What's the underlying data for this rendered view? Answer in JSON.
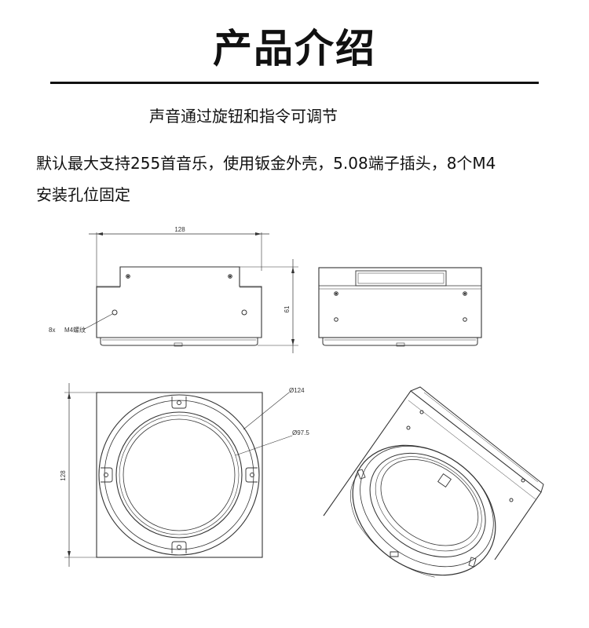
{
  "header": {
    "title": "产品介绍",
    "subtitle": "声音通过旋钮和指令可调节"
  },
  "description": {
    "line1": "默认最大支持255首音乐，使用钣金外壳，5.08端子插头，8个M4",
    "line2": "安装孔位固定"
  },
  "drawing": {
    "front_width": "128",
    "height": "61",
    "holes_label_count": "8x",
    "holes_label_thread": "M4螺纹",
    "top_side": "128",
    "outer_diameter": "Ø124",
    "inner_diameter": "Ø97.5",
    "line_color": "#333333"
  }
}
